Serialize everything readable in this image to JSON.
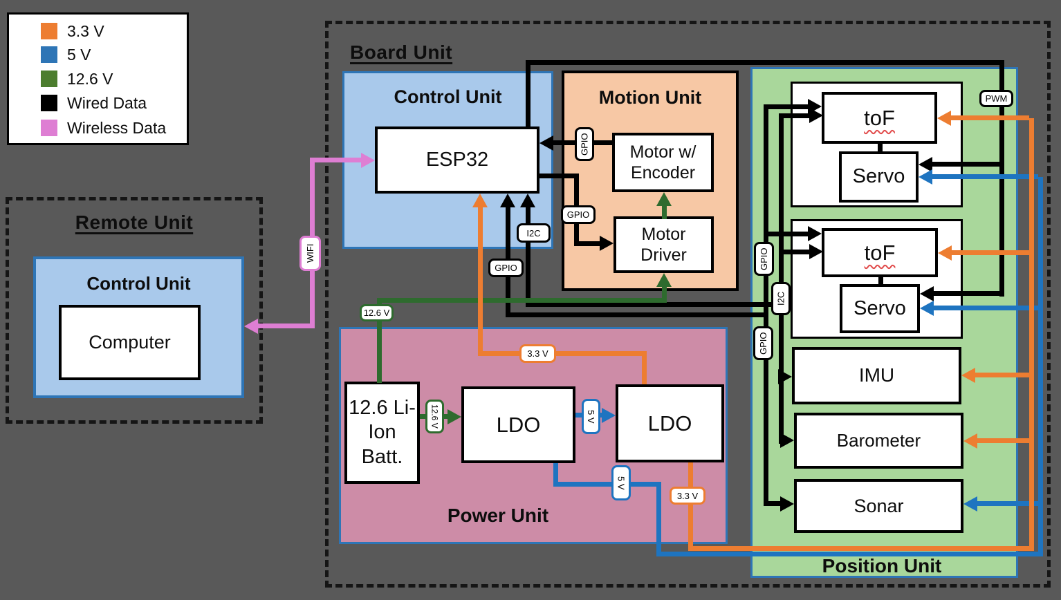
{
  "legend": {
    "items": [
      {
        "label": "3.3 V",
        "color": "#ED7D31"
      },
      {
        "label": "5 V",
        "color": "#2E75B6"
      },
      {
        "label": "12.6 V",
        "color": "#4C7D2E"
      },
      {
        "label": "Wired Data",
        "color": "#000000"
      },
      {
        "label": "Wireless Data",
        "color": "#DE7ED3"
      }
    ]
  },
  "remote_unit": {
    "title": "Remote Unit",
    "control_unit": {
      "title": "Control Unit",
      "computer_label": "Computer"
    }
  },
  "board_unit": {
    "title": "Board Unit",
    "control_unit": {
      "title": "Control Unit",
      "esp32_label": "ESP32"
    },
    "motion_unit": {
      "title": "Motion Unit",
      "motor_encoder_label": "Motor w/ Encoder",
      "motor_driver_label": "Motor Driver"
    },
    "power_unit": {
      "title": "Power Unit",
      "battery_label": "12.6 Li-Ion Batt.",
      "ldo1_label": "LDO",
      "ldo2_label": "LDO"
    },
    "position_unit": {
      "title": "Position Unit",
      "tof1_label": "toF",
      "servo1_label": "Servo",
      "tof2_label": "toF",
      "servo2_label": "Servo",
      "imu_label": "IMU",
      "barometer_label": "Barometer",
      "sonar_label": "Sonar"
    }
  },
  "wire_labels": {
    "wifi": "WIFI",
    "pwm": "PWM",
    "gpio": "GPIO",
    "i2c": "I2C",
    "v_12_6": "12.6 V",
    "v_5": "5 V",
    "v_3_3": "3.3 V"
  },
  "colors": {
    "background": "#595959",
    "orange": "#ED7D31",
    "blue": "#1E74C0",
    "steel": "#2E75B6",
    "green": "#2E6B2E",
    "green_legend": "#4C7D2E",
    "pink": "#DE7ED3",
    "black": "#000000",
    "control_fill": "#A9C9EB",
    "motion_fill": "#F7C8A5",
    "power_fill": "#CD8CA7",
    "position_fill": "#A9D79B"
  }
}
